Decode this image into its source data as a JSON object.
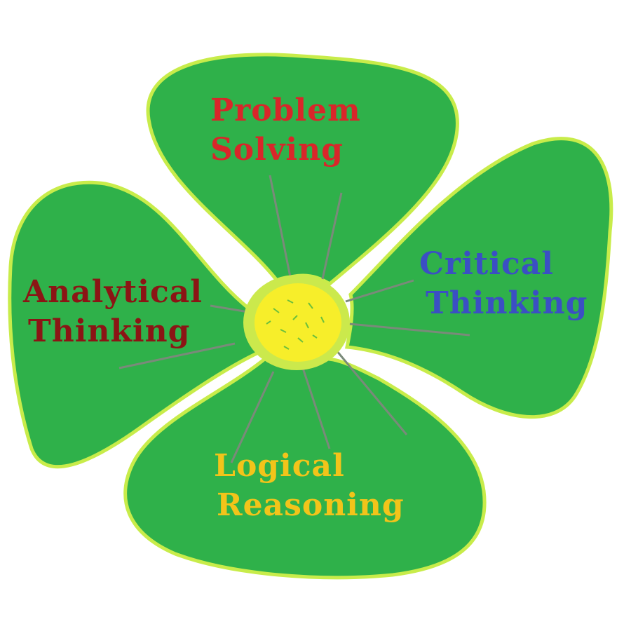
{
  "petals": [
    {
      "id": "top",
      "lines": [
        "Problem",
        "Solving"
      ],
      "color": "#d9262a"
    },
    {
      "id": "right",
      "lines": [
        "Critical",
        "Thinking"
      ],
      "color": "#3b4fc4"
    },
    {
      "id": "left",
      "lines": [
        "Analytical",
        "Thinking"
      ],
      "color": "#8b1515"
    },
    {
      "id": "bottom",
      "lines": [
        "Logical",
        "Reasoning"
      ],
      "color": "#f2c41a"
    }
  ],
  "colors": {
    "petal_fill": "#2fb14a",
    "petal_outline": "#c8ec4a",
    "center_fill": "#f7ee2a",
    "center_ring": "#cbe94c",
    "vein": "#7a8a7a"
  }
}
